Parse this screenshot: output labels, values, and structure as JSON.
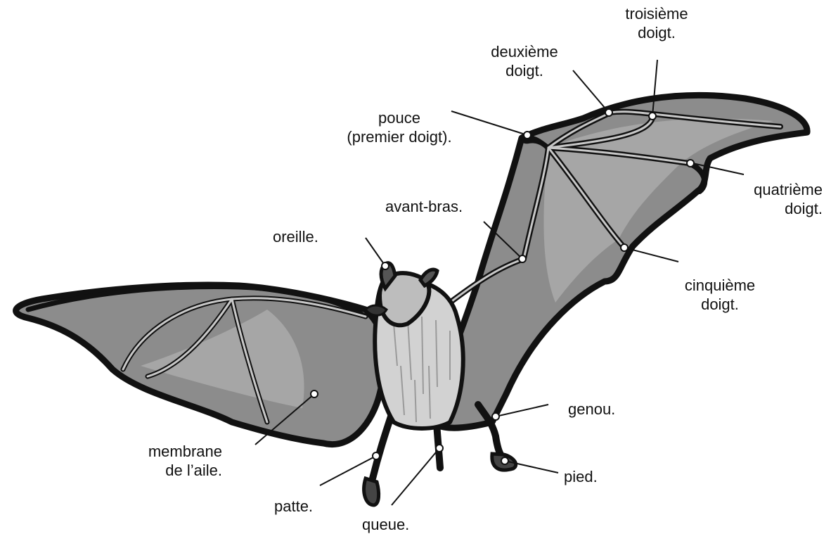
{
  "labels": {
    "troisieme": [
      "troisième",
      "doigt."
    ],
    "deuxieme": [
      "deuxième",
      "doigt."
    ],
    "pouce": [
      "pouce",
      "(premier doigt)."
    ],
    "quatrieme": [
      "quatrième",
      "doigt."
    ],
    "avant_bras": [
      "avant-bras."
    ],
    "oreille": [
      "oreille."
    ],
    "cinquieme": [
      "cinquième",
      "doigt."
    ],
    "genou": [
      "genou."
    ],
    "membrane": [
      "membrane",
      "de l’aile."
    ],
    "pied": [
      "pied."
    ],
    "patte": [
      "patte."
    ],
    "queue": [
      "queue."
    ]
  },
  "colors": {
    "ink": "#111111",
    "wing": "#8c8c8c",
    "wing_light": "#a6a6a6",
    "bone": "#c8c8c8",
    "fur": "#d2d2d2"
  }
}
